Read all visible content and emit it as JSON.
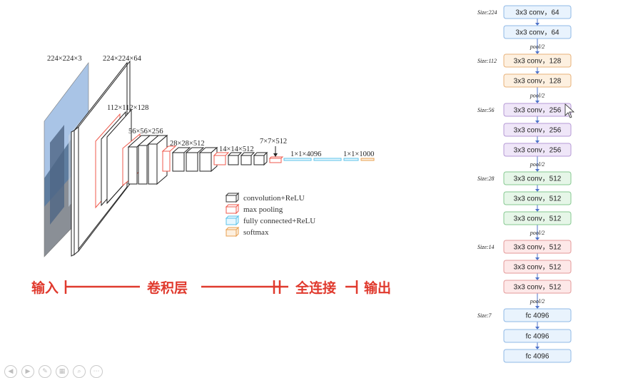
{
  "diagram": {
    "dims": [
      "224×224×3",
      "224×224×64",
      "112×112×128",
      "56×56×256",
      "28×28×512",
      "14×14×512",
      "7×7×512",
      "1×1×4096",
      "1×1×1000"
    ],
    "legend": [
      {
        "label": "convolution+ReLU",
        "color": "#333333"
      },
      {
        "label": "max pooling",
        "color": "#ef5a4c"
      },
      {
        "label": "fully connected+ReLU",
        "color": "#5cc3e8"
      },
      {
        "label": "softmax",
        "color": "#e8a050"
      }
    ],
    "stages": {
      "input": "输入",
      "conv": "卷积层",
      "fc": "全连接",
      "output": "输出"
    }
  },
  "arch": {
    "sizes": [
      "Size:224",
      "Size:112",
      "Size:56",
      "Size:28",
      "Size:14",
      "Size:7"
    ],
    "pool_label": "pool/2",
    "blocks": [
      "3x3 conv，64",
      "3x3 conv，64",
      "3x3 conv，128",
      "3x3 conv，128",
      "3x3 conv，256",
      "3x3 conv，256",
      "3x3 conv，256",
      "3x3 conv，512",
      "3x3 conv，512",
      "3x3 conv，512",
      "3x3 conv，512",
      "3x3 conv，512",
      "3x3 conv，512",
      "fc 4096",
      "fc 4096",
      "fc 4096"
    ]
  },
  "colors": {
    "blue": {
      "fill": "#e9f3fd",
      "stroke": "#8fb8e6"
    },
    "orange": {
      "fill": "#fdf0e0",
      "stroke": "#e8b27a"
    },
    "purple": {
      "fill": "#efe6f8",
      "stroke": "#b69ad6"
    },
    "green": {
      "fill": "#e6f6e8",
      "stroke": "#86c991"
    },
    "red": {
      "fill": "#fde8e8",
      "stroke": "#e49a9a"
    },
    "accent": "#e03a2e",
    "arrow": "#4f73c9"
  }
}
